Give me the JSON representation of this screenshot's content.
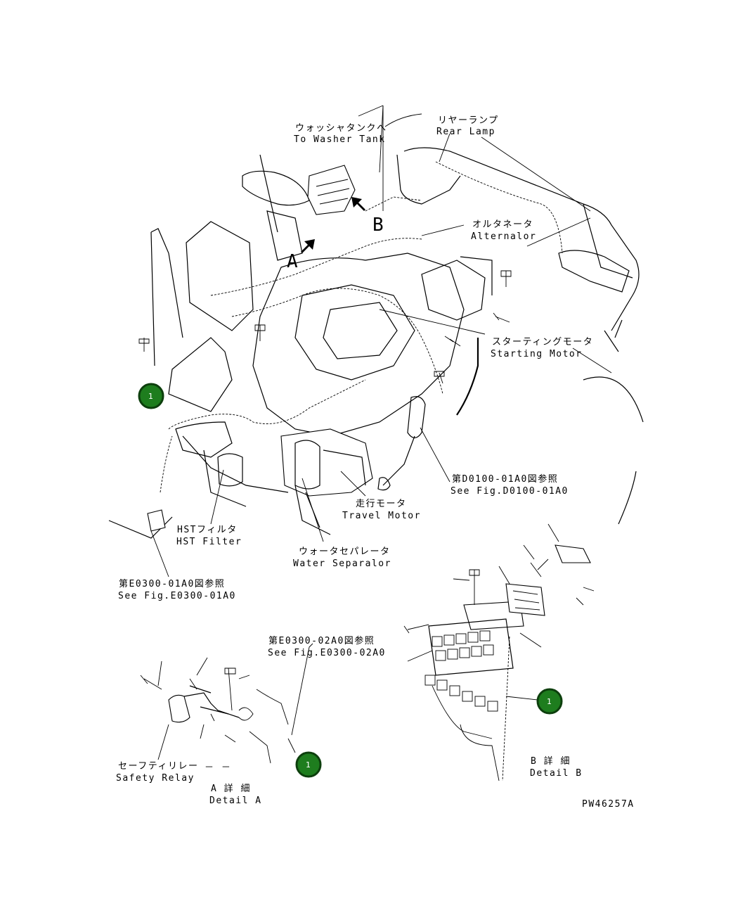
{
  "labels": {
    "washer_tank_jp": "ウォッシャタンクへ",
    "washer_tank_en": "To Washer Tank",
    "rear_lamp_jp": "リヤーランプ",
    "rear_lamp_en": "Rear Lamp",
    "alternator_jp": "オルタネータ",
    "alternator_en": "Alternalor",
    "starting_motor_jp": "スターティングモータ",
    "starting_motor_en": "Starting Motor",
    "fig_d0100_jp": "第D0100-01A0図参照",
    "fig_d0100_en": "See Fig.D0100-01A0",
    "travel_motor_jp": "走行モータ",
    "travel_motor_en": "Travel Motor",
    "hst_filter_jp": "HSTフィルタ",
    "hst_filter_en": "HST Filter",
    "water_sep_jp": "ウォータセパレータ",
    "water_sep_en": "Water Separalor",
    "fig_e0300_01_jp": "第E0300-01A0図参照",
    "fig_e0300_01_en": "See Fig.E0300-01A0",
    "fig_e0300_02_jp": "第E0300-02A0図参照",
    "fig_e0300_02_en": "See Fig.E0300-02A0",
    "safety_relay_jp": "セーフティリレー",
    "safety_relay_en": "Safety Relay",
    "dash": "－ －",
    "detail_a_jp": "A 詳 細",
    "detail_a_en": "Detail A",
    "detail_b_jp": "B 詳 細",
    "detail_b_en": "Detail B",
    "view_a": "A",
    "view_b": "B",
    "drawing_no": "PW46257A"
  },
  "callouts": [
    "1",
    "1",
    "1"
  ],
  "colors": {
    "callout_fill": "#1e7d1e",
    "line": "#000000"
  }
}
